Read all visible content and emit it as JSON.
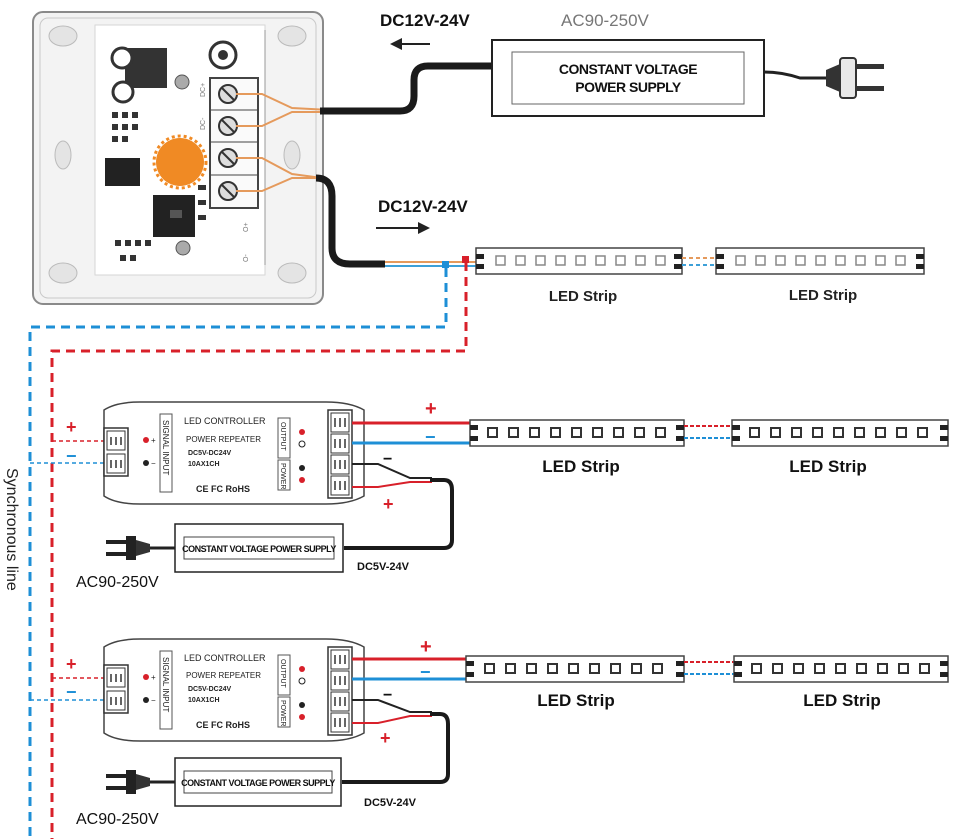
{
  "top": {
    "dc_in_label": "DC12V-24V",
    "ac_label": "AC90-250V",
    "psu_line1": "CONSTANT VOLTAGE",
    "psu_line2": "POWER SUPPLY",
    "dc_out_label": "DC12V-24V",
    "strip1": "LED Strip",
    "strip2": "LED Strip",
    "board_labels": [
      "DC+",
      "DC-",
      "O+",
      "O-"
    ]
  },
  "sync_label": "Synchronous line",
  "repeaters": [
    {
      "plus": "+",
      "minus": "−",
      "signal_label": "SIGNAL INPUT",
      "title": "LED CONTROLLER",
      "subtitle": "POWER REPEATER",
      "voltage": "DC5V-DC24V",
      "rating": "10AX1CH",
      "cert": "CE FC RoHS",
      "output_label": "OUTPUT",
      "power_label": "POWER",
      "out_plus": "+",
      "out_minus": "−",
      "pwr_plus": "+",
      "pwr_minus": "−",
      "strip1": "LED Strip",
      "strip2": "LED Strip",
      "psu_label": "CONSTANT VOLTAGE POWER SUPPLY",
      "dc_label": "DC5V-24V",
      "ac_label": "AC90-250V"
    },
    {
      "plus": "+",
      "minus": "−",
      "signal_label": "SIGNAL INPUT",
      "title": "LED CONTROLLER",
      "subtitle": "POWER REPEATER",
      "voltage": "DC5V-DC24V",
      "rating": "10AX1CH",
      "cert": "CE FC RoHS",
      "output_label": "OUTPUT",
      "power_label": "POWER",
      "out_plus": "+",
      "out_minus": "−",
      "pwr_plus": "+",
      "pwr_minus": "−",
      "strip1": "LED Strip",
      "strip2": "LED Strip",
      "psu_label": "CONSTANT VOLTAGE POWER SUPPLY",
      "dc_label": "DC5V-24V",
      "ac_label": "AC90-250V"
    }
  ]
}
